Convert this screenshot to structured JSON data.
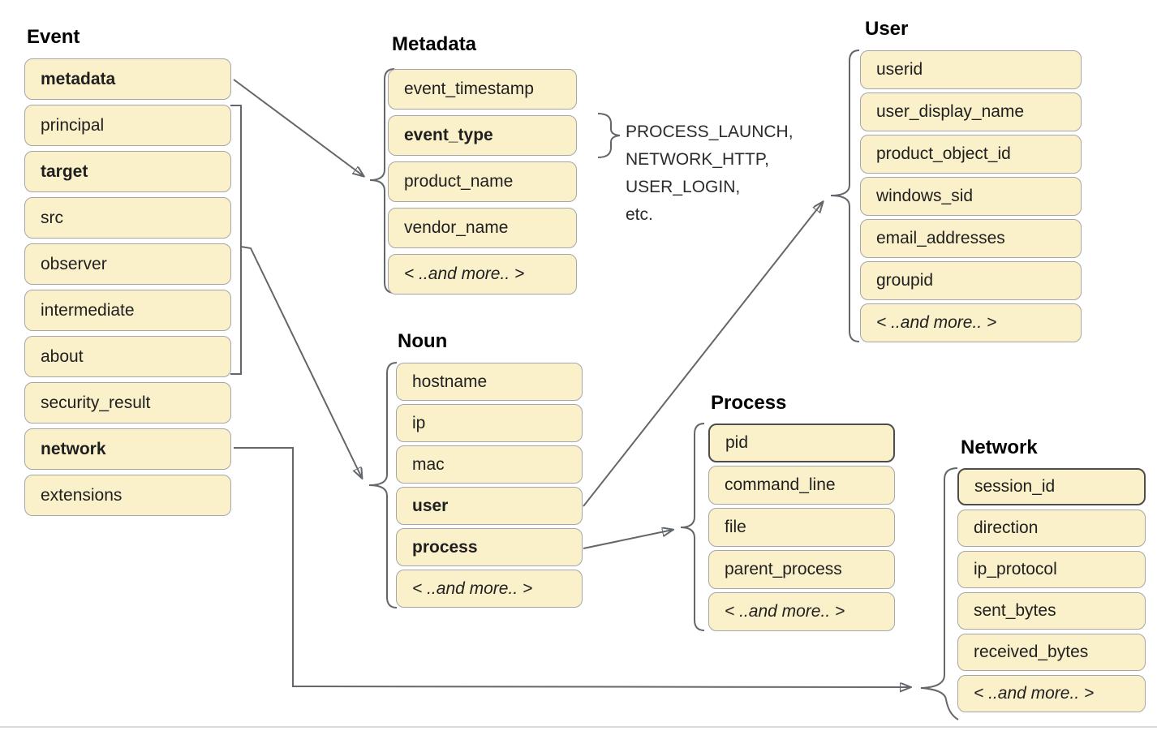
{
  "colors": {
    "box_fill": "#faf0c9",
    "box_border": "#a6a6a6",
    "box_border_strong": "#4d4d4d",
    "connector": "#63666a",
    "title_text": "#000000",
    "field_text": "#1f1f1f",
    "divider": "#d9d9d9",
    "background": "#ffffff"
  },
  "groups": {
    "event": {
      "title": "Event",
      "items": [
        "metadata",
        "principal",
        "target",
        "src",
        "observer",
        "intermediate",
        "about",
        "security_result",
        "network",
        "extensions"
      ]
    },
    "metadata": {
      "title": "Metadata",
      "items": [
        "event_timestamp",
        "event_type",
        "product_name",
        "vendor_name",
        "< ..and more.. >"
      ]
    },
    "user": {
      "title": "User",
      "items": [
        "userid",
        "user_display_name",
        "product_object_id",
        "windows_sid",
        "email_addresses",
        "groupid",
        "< ..and more.. >"
      ]
    },
    "noun": {
      "title": "Noun",
      "items": [
        "hostname",
        "ip",
        "mac",
        "user",
        "process",
        "< ..and more.. >"
      ]
    },
    "process": {
      "title": "Process",
      "items": [
        "pid",
        "command_line",
        "file",
        "parent_process",
        "< ..and more.. >"
      ]
    },
    "network": {
      "title": "Network",
      "items": [
        "session_id",
        "direction",
        "ip_protocol",
        "sent_bytes",
        "received_bytes",
        "< ..and more.. >"
      ]
    }
  },
  "annotations": {
    "event_type_values": [
      "PROCESS_LAUNCH,",
      "NETWORK_HTTP,",
      "USER_LOGIN,",
      "etc."
    ]
  }
}
